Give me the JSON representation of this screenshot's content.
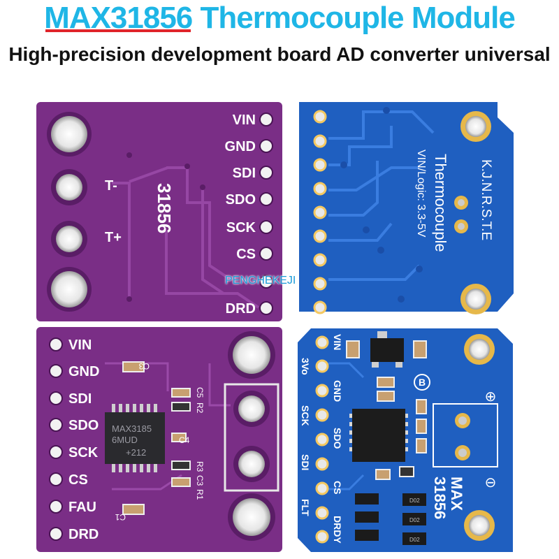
{
  "header": {
    "model": "MAX31856",
    "title_rest": " Thermocouple Module",
    "subtitle": "High-precision development board AD converter universal",
    "title_color": "#1fb6e6",
    "underline_color": "#e0242a"
  },
  "watermark": "PENGHEKEJI",
  "colors": {
    "purple_board": "#7a2e86",
    "blue_board": "#1f5fc0",
    "pad": "#e8e8e8"
  },
  "purple_top": {
    "pins": [
      "VIN",
      "GND",
      "SDI",
      "SDO",
      "SCK",
      "CS",
      "",
      "DRD"
    ],
    "silk": "31856",
    "t_minus": "T-",
    "t_plus": "T+"
  },
  "purple_bottom": {
    "pins": [
      "VIN",
      "GND",
      "SDI",
      "SDO",
      "SCK",
      "CS",
      "FAU",
      "DRD"
    ],
    "chip": [
      "MAX3185",
      "6MUD",
      "+212"
    ],
    "refs": [
      "C3",
      "C5",
      "R2",
      "C4",
      "R3",
      "C3",
      "R1",
      "C1"
    ]
  },
  "blue_top": {
    "line1": "Thermocouple",
    "line2": "VIN/Logic: 3.3-5V",
    "types": "K.J.N.R.S.T.E"
  },
  "blue_bottom": {
    "pins": [
      "VIN",
      "3Vo",
      "GND",
      "SCK",
      "SDO",
      "SDI",
      "CS",
      "FLT",
      "DRDY"
    ],
    "chip_label": "MAX",
    "chip_num": "31856",
    "plus": "⊕",
    "minus": "⊖",
    "b_mark": "B",
    "sd": [
      "D02",
      "D02",
      "D02"
    ]
  }
}
